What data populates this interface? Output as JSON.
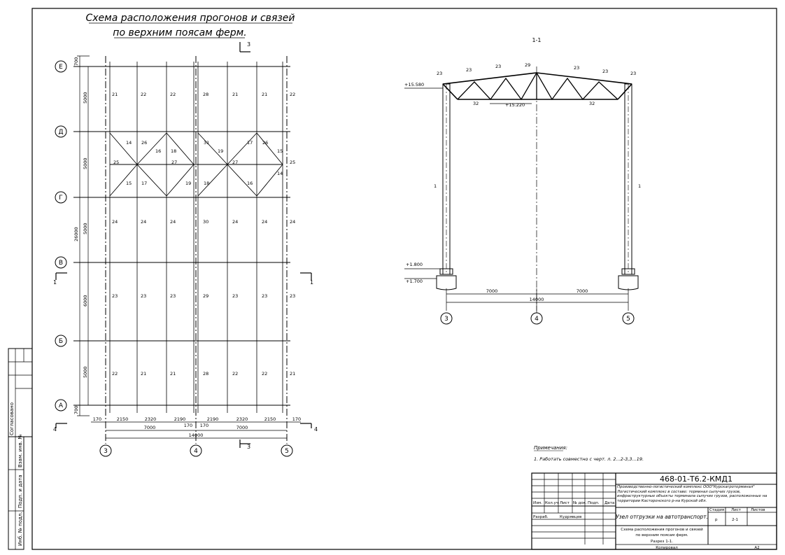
{
  "plan": {
    "title_line1": "Схема расположения прогонов и связей",
    "title_line2": "по верхним поясам ферм.",
    "axes_rows": [
      "Е",
      "Д",
      "Г",
      "В",
      "Б",
      "А"
    ],
    "axes_cols": [
      "3",
      "4",
      "5"
    ],
    "row_dims": [
      "700",
      "5000",
      "5000",
      "5000",
      "6000",
      "5000",
      "700"
    ],
    "total_height_dim": "26000",
    "bottom_dims": [
      "170",
      "2150",
      "2320",
      "2190",
      "2190",
      "2320",
      "2150",
      "170"
    ],
    "mid_dims": [
      "7000",
      "170",
      "170",
      "7000"
    ],
    "total_width_dim": "14000",
    "section_marks": [
      "3",
      "1",
      "4"
    ],
    "row_labels": [
      [
        "21",
        "22",
        "22",
        "28",
        "21",
        "21",
        "22"
      ],
      [
        "24",
        "24",
        "24",
        "30",
        "24",
        "24",
        "24"
      ],
      [
        "23",
        "23",
        "23",
        "29",
        "23",
        "23",
        "23"
      ],
      [
        "22",
        "21",
        "21",
        "28",
        "22",
        "22",
        "21"
      ]
    ],
    "brace_labels": [
      "14",
      "26",
      "16",
      "18",
      "31",
      "19",
      "17",
      "26",
      "15",
      "25",
      "27",
      "27",
      "25",
      "15",
      "17",
      "19",
      "18",
      "16",
      "14"
    ]
  },
  "section": {
    "title": "1-1",
    "marks": [
      "23",
      "23",
      "23",
      "29",
      "23",
      "23",
      "23",
      "32",
      "32",
      "1",
      "1"
    ],
    "elevations": [
      "+15.580",
      "+15.220",
      "+1.800",
      "+1.700"
    ],
    "dims": [
      "7000",
      "7000",
      "14000"
    ],
    "axes": [
      "3",
      "4",
      "5"
    ]
  },
  "notes": {
    "heading": "Примечания:",
    "item1": "1. Работать совместно с черт. л. 2...2-3,3...19."
  },
  "stamp": {
    "code": "468-01-Т6.2-КМД1",
    "project_desc": "Производственно-логистический комплекс ООО\"Курскагротерминал\" Логистический комплекс в составе: терминал сыпучих грузов, инфраструктурные объекты терминала сыпучих грузов, расположенные на территории Касторенского р-на Курской обл.",
    "hdr": [
      "Изм.",
      "Кол.уч",
      "Лист",
      "№ док.",
      "Подп.",
      "Дата"
    ],
    "role1": "Разраб.",
    "name1": "Кудрявцев",
    "object_title": "Узел отгрузки на автотранспорт.",
    "stage_lbl": "Стадия",
    "sheet_lbl": "Лист",
    "sheets_lbl": "Листов",
    "stage": "р",
    "sheet": "2-1",
    "sheet_title1": "Схема расположения прогонов и связей",
    "sheet_title2": "по верхним поясам ферм.",
    "sheet_title3": "Разрез 1-1.",
    "copied": "Копировал",
    "format": "А2"
  },
  "side_stamp": {
    "agreed": "Согласовано",
    "inv_replace": "Взам. инв. №",
    "sign_date": "Подп. и дата",
    "inv_orig": "Инб. № подл."
  }
}
